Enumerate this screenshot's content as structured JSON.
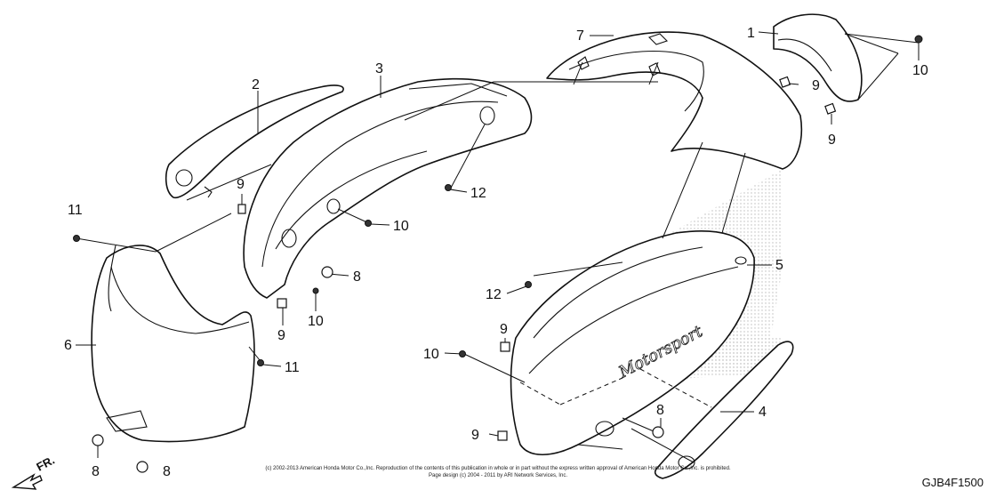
{
  "diagram": {
    "callouts": [
      {
        "id": "c1",
        "label": "1"
      },
      {
        "id": "c2",
        "label": "2"
      },
      {
        "id": "c3",
        "label": "3"
      },
      {
        "id": "c4",
        "label": "4"
      },
      {
        "id": "c5",
        "label": "5"
      },
      {
        "id": "c6",
        "label": "6"
      },
      {
        "id": "c7",
        "label": "7"
      },
      {
        "id": "c8a",
        "label": "8"
      },
      {
        "id": "c8b",
        "label": "8"
      },
      {
        "id": "c8c",
        "label": "8"
      },
      {
        "id": "c8d",
        "label": "8"
      },
      {
        "id": "c9a",
        "label": "9"
      },
      {
        "id": "c9b",
        "label": "9"
      },
      {
        "id": "c9c",
        "label": "9"
      },
      {
        "id": "c9d",
        "label": "9"
      },
      {
        "id": "c9e",
        "label": "9"
      },
      {
        "id": "c9f",
        "label": "9"
      },
      {
        "id": "c10a",
        "label": "10"
      },
      {
        "id": "c10b",
        "label": "10"
      },
      {
        "id": "c10c",
        "label": "10"
      },
      {
        "id": "c10d",
        "label": "10"
      },
      {
        "id": "c11a",
        "label": "11"
      },
      {
        "id": "c11b",
        "label": "11"
      },
      {
        "id": "c12a",
        "label": "12"
      },
      {
        "id": "c12b",
        "label": "12"
      }
    ],
    "front_arrow_label": "FR.",
    "diagram_code": "GJB4F1500",
    "copyright_line1": "(c) 2002-2013 American Honda Motor Co.,Inc. Reproduction of the contents of this publication in whole or in part without the express written approval of American Honda Motor Co.,Inc. is prohibited.",
    "copyright_line2": "Page design (c) 2004 - 2011 by ARI Network Services, Inc.",
    "cover_script": "Motorsport"
  }
}
